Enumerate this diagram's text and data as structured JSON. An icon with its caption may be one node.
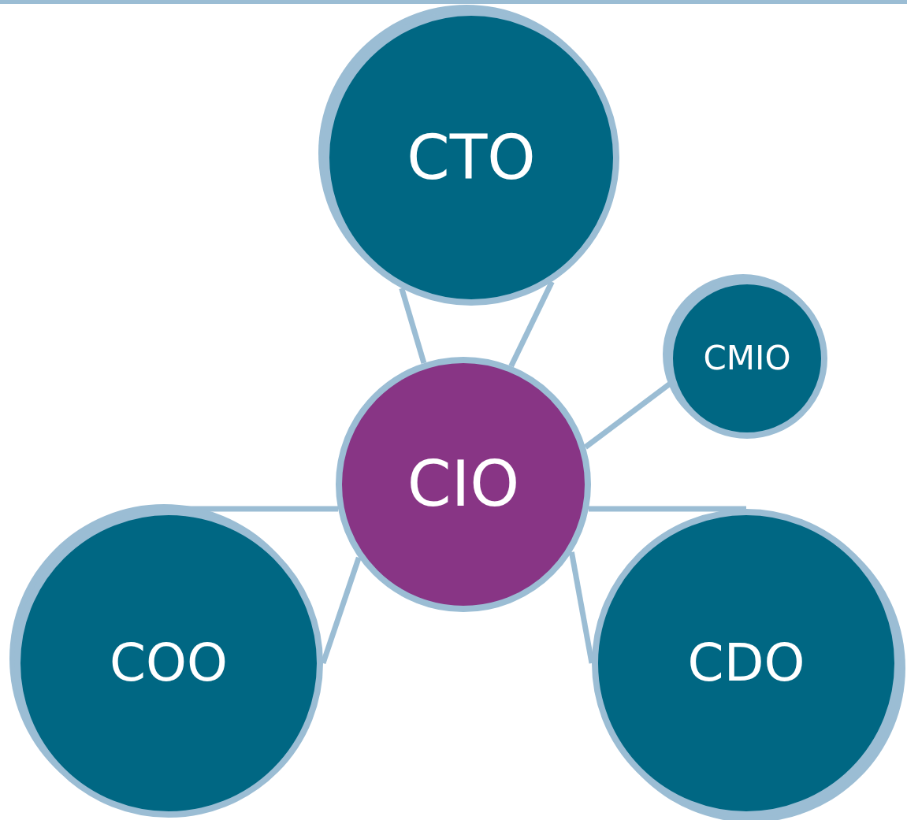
{
  "diagram": {
    "nodes": [
      {
        "text": [
          "CTO"
        ]
      },
      {
        "text": [
          "CMIO"
        ]
      },
      {
        "text": [
          "CIO"
        ]
      },
      {
        "text": [
          "COO"
        ]
      },
      {
        "text": [
          "CDO"
        ]
      }
    ],
    "edges": [
      {
        "from": 2,
        "to": 0,
        "arrow": "none"
      },
      {
        "from": 2,
        "to": 0,
        "arrow": "none"
      },
      {
        "from": 2,
        "to": 1,
        "arrow": "none"
      },
      {
        "from": 2,
        "to": 3,
        "arrow": "none"
      },
      {
        "from": 2,
        "to": 3,
        "arrow": "none"
      },
      {
        "from": 2,
        "to": 4,
        "arrow": "none"
      },
      {
        "from": 2,
        "to": 4,
        "arrow": "none"
      }
    ]
  }
}
